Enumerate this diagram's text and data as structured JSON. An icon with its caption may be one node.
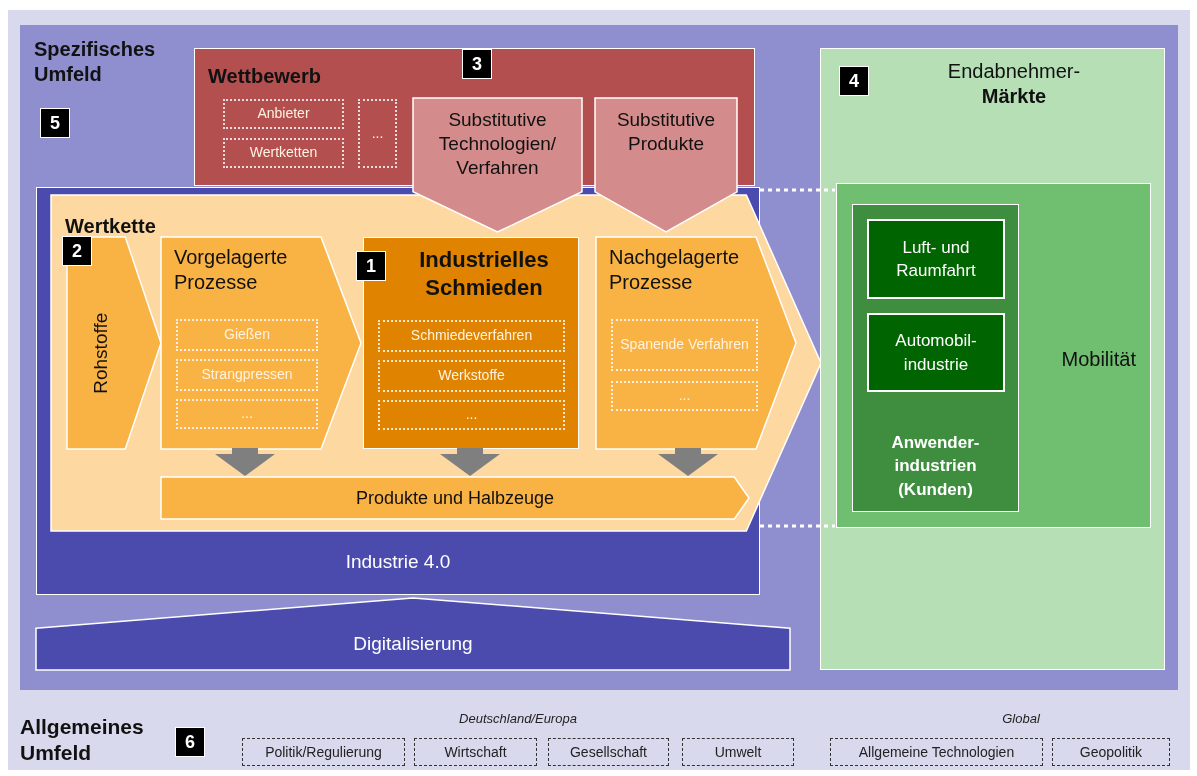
{
  "diagram": {
    "nodes": [
      {
        "text": [
          "Allgemeines Umfeld"
        ]
      },
      {
        "text": [
          "Spezifisches Umfeld"
        ],
        "in": 0
      },
      {
        "text": [
          "5"
        ],
        "in": 1
      },
      {
        "text": [
          "Wettbewerb"
        ],
        "in": 1
      },
      {
        "text": [
          "3"
        ],
        "in": 3
      },
      {
        "text": [
          "Anbieter"
        ],
        "in": 3
      },
      {
        "text": [
          "Wertketten"
        ],
        "in": 3
      },
      {
        "text": [
          "..."
        ],
        "in": 3
      },
      {
        "text": [
          "Substitutive Technologien/ Verfahren"
        ],
        "in": 1
      },
      {
        "text": [
          "Substitutive Produkte"
        ],
        "in": 1
      },
      {
        "text": [
          "Industrie 4.0"
        ],
        "in": 1
      },
      {
        "text": [
          "Wertkette"
        ],
        "in": 10
      },
      {
        "text": [
          "2"
        ],
        "in": 11
      },
      {
        "text": [
          "Rohstoffe"
        ],
        "in": 11
      },
      {
        "text": [
          "Vorgelagerte Prozesse"
        ],
        "in": 11
      },
      {
        "text": [
          "Gießen"
        ],
        "in": 14
      },
      {
        "text": [
          "Strangpressen"
        ],
        "in": 14
      },
      {
        "text": [
          "..."
        ],
        "in": 14
      },
      {
        "text": [
          "Industrielles Schmieden"
        ],
        "in": 11
      },
      {
        "text": [
          "1"
        ],
        "in": 11
      },
      {
        "text": [
          "Schmiedeverfahren"
        ],
        "in": 18
      },
      {
        "text": [
          "Werkstoffe"
        ],
        "in": 18
      },
      {
        "text": [
          "..."
        ],
        "in": 18
      },
      {
        "text": [
          "Nachgelagerte Prozesse"
        ],
        "in": 11
      },
      {
        "text": [
          "Spanende Verfahren"
        ],
        "in": 23
      },
      {
        "text": [
          "..."
        ],
        "in": 23
      },
      {
        "text": [
          "Produkte und Halbzeuge"
        ],
        "in": 11
      },
      {
        "text": [
          "Digitalisierung"
        ],
        "in": 1
      },
      {
        "text": [
          "Endabnehmer- **Märkte**"
        ],
        "in": 1
      },
      {
        "text": [
          "4"
        ],
        "in": 28
      },
      {
        "text": [
          "Mobilität"
        ],
        "in": 28
      },
      {
        "text": [
          "Anwender- industrien (Kunden)"
        ],
        "in": 30
      },
      {
        "text": [
          "Luft- und Raumfahrt"
        ],
        "in": 31
      },
      {
        "text": [
          "Automobil- industrie"
        ],
        "in": 31
      },
      {
        "text": [
          "6"
        ],
        "in": 0
      },
      {
        "text": [
          "Politik/Regulierung"
        ],
        "in": 0
      },
      {
        "text": [
          "Wirtschaft"
        ],
        "in": 0
      },
      {
        "text": [
          "Gesellschaft"
        ],
        "in": 0
      },
      {
        "text": [
          "Umwelt"
        ],
        "in": 0
      },
      {
        "text": [
          "Allgemeine Technologien"
        ],
        "in": 0
      },
      {
        "text": [
          "Geopolitik"
        ],
        "in": 0
      }
    ],
    "edges": [
      {
        "from": 14,
        "to": 26,
        "arrow": "to",
        "style": "thick"
      },
      {
        "from": 18,
        "to": 26,
        "arrow": "to",
        "style": "thick"
      },
      {
        "from": 23,
        "to": 26,
        "arrow": "to",
        "style": "thick"
      },
      {
        "from": 10,
        "to": 30,
        "arrow": "none",
        "style": "dashed",
        "color": "#ffffff"
      },
      {
        "from": 10,
        "to": 30,
        "arrow": "none",
        "style": "dashed",
        "color": "#ffffff"
      }
    ],
    "labels": [
      "Deutschland/Europa",
      "Global"
    ]
  }
}
